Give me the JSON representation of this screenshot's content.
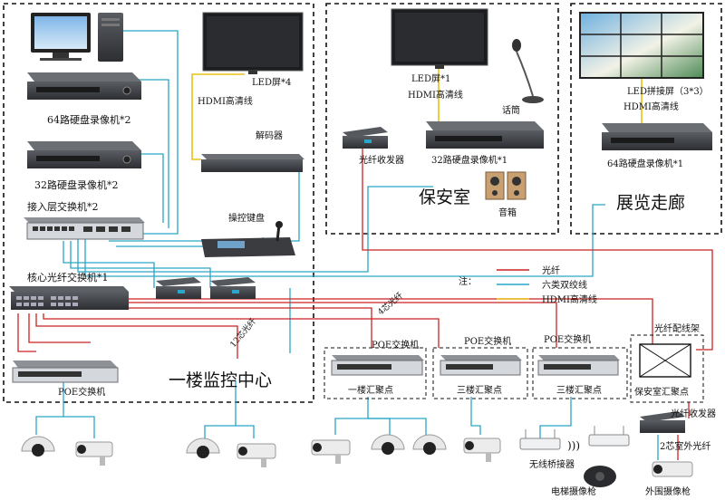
{
  "colors": {
    "fiber": "#cc2222",
    "cat6": "#2aa6c8",
    "hdmi": "#e6c21a",
    "device_dark": "#3b3d42",
    "device_light": "#dfe2e6"
  },
  "zones": {
    "center": "一楼监控中心",
    "security": "保安室",
    "gallery": "展览走廊"
  },
  "center": {
    "nvr64": "64路硬盘录像机*2",
    "nvr32": "32路硬盘录像机*2",
    "access_switch": "接入层交换机*2",
    "led": "LED屏*4",
    "hdmi": "HDMI高清线",
    "decoder": "解码器",
    "keyboard": "操控键盘",
    "core_switch": "核心光纤交换机*1",
    "poe": "POE交换机",
    "fiber12": "12芯光纤",
    "fiber4": "4芯光纤"
  },
  "security": {
    "led": "LED屏*1",
    "hdmi": "HDMI高清线",
    "mic": "话筒",
    "transceiver": "光纤收发器",
    "nvr": "32路硬盘录像机*1",
    "speaker": "音箱"
  },
  "gallery": {
    "wall": "LED拼接屏（3*3）",
    "hdmi": "HDMI高清线",
    "nvr": "64路硬盘录像机*1"
  },
  "legend": {
    "title": "注：",
    "fiber": "光纤",
    "cat6": "六类双绞线",
    "hdmi": "HDMI高清线"
  },
  "nodes": {
    "poe1": "POE交换机",
    "poe2": "POE交换机",
    "poe3": "POE交换机",
    "agg1": "一楼汇聚点",
    "agg2": "三楼汇聚点",
    "agg3": "三楼汇聚点",
    "patch": "光纤配线架",
    "agg_sec": "保安室汇聚点",
    "transceiver": "光纤收发器",
    "fiber2": "2芯室外光纤"
  },
  "bottom": {
    "bridge": "无线桥接器",
    "elevator": "电梯摄像枪",
    "outdoor": "外围摄像枪"
  }
}
